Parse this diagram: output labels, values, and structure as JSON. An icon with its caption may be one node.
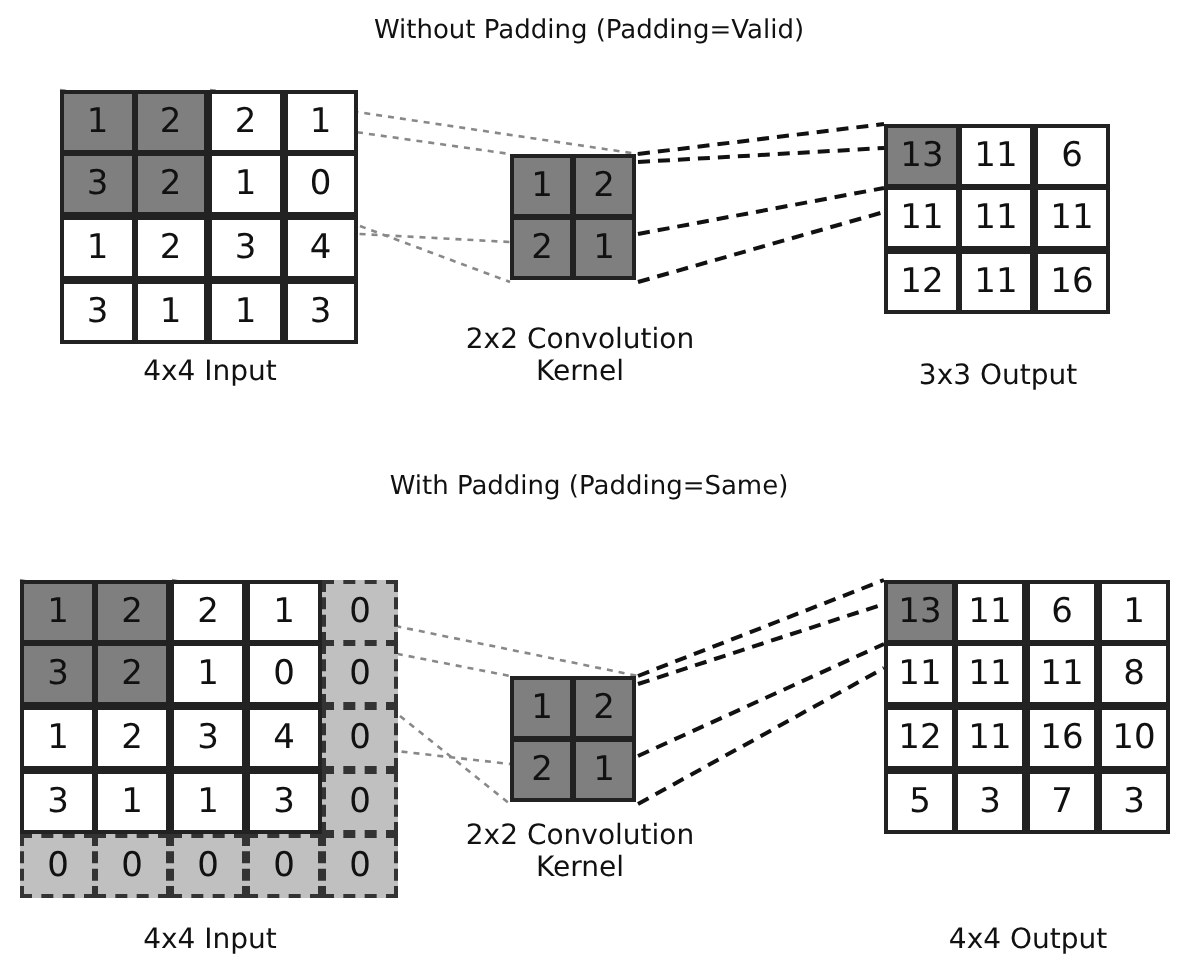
{
  "diagram": {
    "nodes": [
      {
        "text": [
          "1",
          "2",
          "2",
          "1",
          "3",
          "2",
          "1",
          "0",
          "1",
          "2",
          "3",
          "4",
          "3",
          "1",
          "1",
          "3"
        ],
        "beside": [
          "4x4 Input"
        ]
      },
      {
        "text": [
          "1",
          "2",
          "2",
          "1"
        ],
        "beside": [
          "2x2 Convolution Kernel"
        ]
      },
      {
        "text": [
          "13",
          "11",
          "6",
          "11",
          "11",
          "11",
          "12",
          "11",
          "16"
        ],
        "beside": [
          "3x3 Output"
        ]
      },
      {
        "text": [
          "1",
          "2",
          "2",
          "1",
          "0",
          "3",
          "2",
          "1",
          "0",
          "0",
          "1",
          "2",
          "3",
          "4",
          "0",
          "3",
          "1",
          "1",
          "3",
          "0",
          "0",
          "0",
          "0",
          "0",
          "0"
        ],
        "beside": [
          "4x4 Input"
        ]
      },
      {
        "text": [
          "1",
          "2",
          "2",
          "1"
        ],
        "beside": [
          "2x2 Convolution Kernel"
        ]
      },
      {
        "text": [
          "13",
          "11",
          "6",
          "1",
          "11",
          "11",
          "11",
          "8",
          "12",
          "11",
          "16",
          "10",
          "5",
          "3",
          "7",
          "3"
        ],
        "beside": [
          "4x4 Output"
        ]
      }
    ],
    "edges": [
      {
        "from": 0,
        "to": 1,
        "arrow": "none",
        "style": "dashed",
        "color": "#888888"
      },
      {
        "from": 0,
        "to": 1,
        "arrow": "none",
        "style": "dashed",
        "color": "#888888"
      },
      {
        "from": 0,
        "to": 1,
        "arrow": "none",
        "style": "dashed",
        "color": "#888888"
      },
      {
        "from": 0,
        "to": 1,
        "arrow": "none",
        "style": "dashed",
        "color": "#888888"
      },
      {
        "from": 1,
        "to": 2,
        "arrow": "none",
        "style": "dashed",
        "color": "#111111"
      },
      {
        "from": 1,
        "to": 2,
        "arrow": "none",
        "style": "dashed",
        "color": "#111111"
      },
      {
        "from": 1,
        "to": 2,
        "arrow": "none",
        "style": "dashed",
        "color": "#111111"
      },
      {
        "from": 1,
        "to": 2,
        "arrow": "none",
        "style": "dashed",
        "color": "#111111"
      },
      {
        "from": 3,
        "to": 4,
        "arrow": "none",
        "style": "dashed",
        "color": "#888888"
      },
      {
        "from": 3,
        "to": 4,
        "arrow": "none",
        "style": "dashed",
        "color": "#888888"
      },
      {
        "from": 3,
        "to": 4,
        "arrow": "none",
        "style": "dashed",
        "color": "#888888"
      },
      {
        "from": 3,
        "to": 4,
        "arrow": "none",
        "style": "dashed",
        "color": "#888888"
      },
      {
        "from": 4,
        "to": 5,
        "arrow": "none",
        "style": "dashed",
        "color": "#111111"
      },
      {
        "from": 4,
        "to": 5,
        "arrow": "none",
        "style": "dashed",
        "color": "#111111"
      },
      {
        "from": 4,
        "to": 5,
        "arrow": "none",
        "style": "dashed",
        "color": "#111111"
      },
      {
        "from": 4,
        "to": 5,
        "arrow": "none",
        "style": "dashed",
        "color": "#111111"
      }
    ],
    "labels": [
      "Without Padding (Padding=Valid)",
      "With Padding (Padding=Same)"
    ]
  }
}
